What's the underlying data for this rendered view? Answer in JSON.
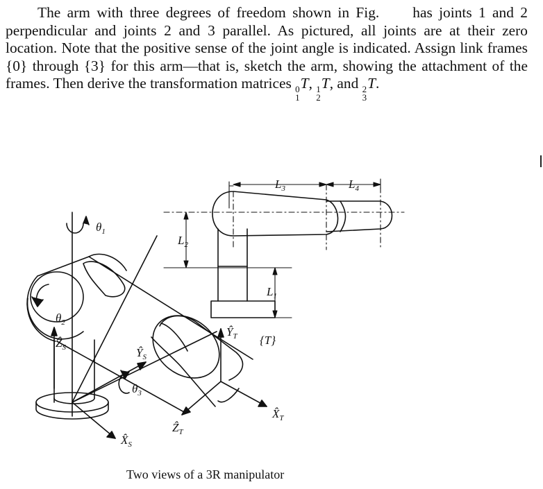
{
  "problem": {
    "part1": "The arm with three degrees of freedom shown in Fig.",
    "part2": "has joints 1 and 2 perpendicular and joints 2 and 3 parallel. As pictured, all joints are at their zero location. Note that the positive sense of the joint angle is indicated. Assign link frames {0} through {3} for this arm—that is, sketch the arm, showing the attachment of the frames. Then derive the transformation matrices",
    "m1_sup": "0",
    "m1_sub": "1",
    "m1_body": "T",
    "m2_sup": "1",
    "m2_sub": "2",
    "m2_body": "T",
    "and_text": "and",
    "m3_sup": "2",
    "m3_sub": "3",
    "m3_body": "T"
  },
  "figure": {
    "theta1": "θ",
    "theta1_sub": "1",
    "theta2": "θ",
    "theta2_sub": "2",
    "theta3": "θ",
    "theta3_sub": "3",
    "zs": "Ẑ",
    "zs_sub": "S",
    "ys": "Ŷ",
    "ys_sub": "S",
    "xs": "X̂",
    "xs_sub": "S",
    "zt": "Ẑ",
    "zt_sub": "T",
    "yt": "Ŷ",
    "yt_sub": "T",
    "xt": "X̂",
    "xt_sub": "T",
    "frame_t": "{T}",
    "l1": "L",
    "l1_sub": "1",
    "l2": "L",
    "l2_sub": "2",
    "l3": "L",
    "l3_sub": "3",
    "l4": "L",
    "l4_sub": "4"
  },
  "caption": "Two views of a 3R manipulator"
}
